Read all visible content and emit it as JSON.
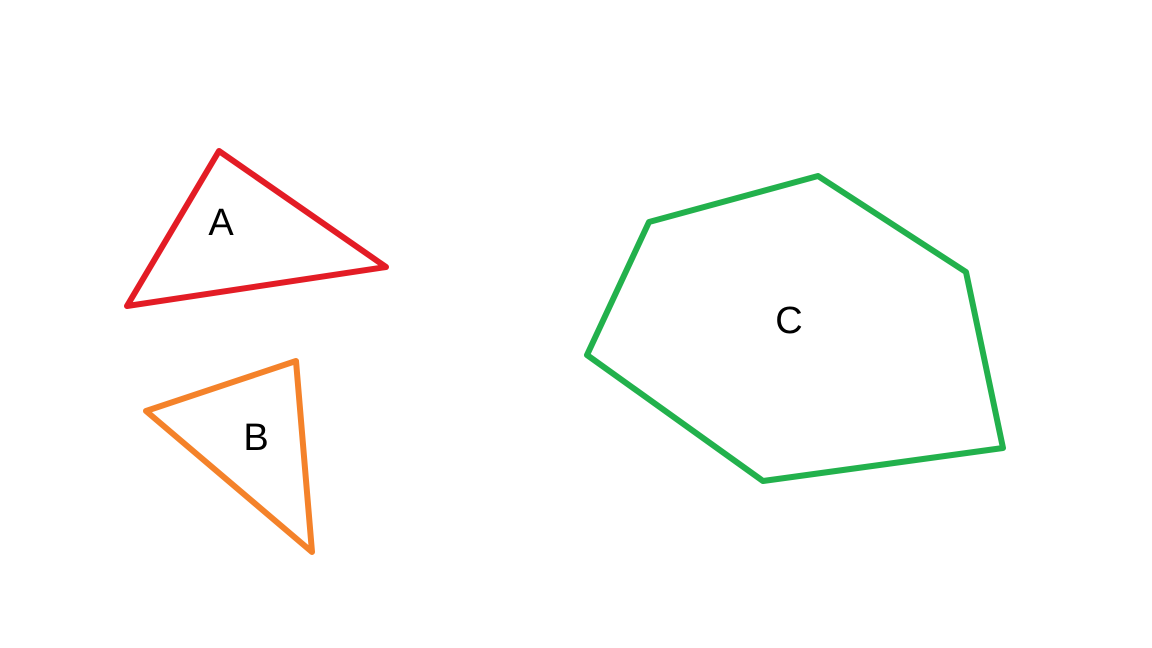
{
  "shapes": {
    "a": {
      "label": "A",
      "color": "#e31c25",
      "kind": "triangle"
    },
    "b": {
      "label": "B",
      "color": "#f4822a",
      "kind": "triangle"
    },
    "c": {
      "label": "C",
      "color": "#22b14c",
      "kind": "hexagon"
    }
  }
}
